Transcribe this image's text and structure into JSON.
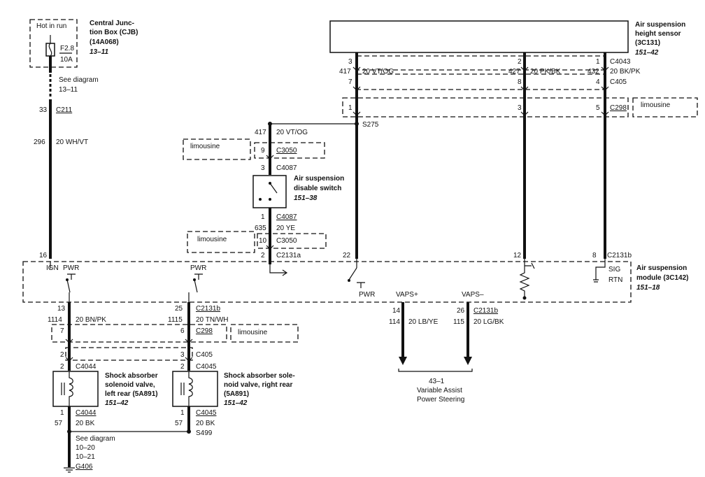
{
  "cjb": {
    "hot_in_run": "Hot in run",
    "fuse": "F2.8",
    "rating": "10A",
    "name_1": "Central Junc-",
    "name_2": "tion Box (CJB)",
    "part": "(14A068)",
    "ref": "13–11",
    "see_diagram": "See diagram",
    "see_ref": "13–11"
  },
  "left_feed": {
    "pin": "33",
    "conn": "C211",
    "circuit": "296",
    "wire": "20 WH/VT",
    "module_pin": "16"
  },
  "height_sensor": {
    "name_1": "Air suspension",
    "name_2": "height sensor",
    "part": "(3C131)",
    "ref": "151–42",
    "conn_top": "C4043",
    "conn_mid": "C405",
    "conn_lower": "C298",
    "limousine": "limousine",
    "wires": [
      {
        "pin_top": "3",
        "circuit": "417",
        "wire": "20 VT/OG",
        "pin_mid": "7",
        "pin_lower": "1"
      },
      {
        "pin_top": "2",
        "circuit": "427",
        "wire": "20 PK/BK",
        "pin_mid": "8",
        "pin_lower": "3"
      },
      {
        "pin_top": "1",
        "circuit": "432",
        "wire": "20 BK/PK",
        "pin_mid": "4",
        "pin_lower": "5"
      }
    ],
    "splice": "S275"
  },
  "disable_switch": {
    "circuit_top": "417",
    "wire_top": "20 VT/OG",
    "limousine_top": "limousine",
    "pin_c3050_top": "9",
    "c3050": "C3050",
    "pin_c4087_top": "3",
    "c4087": "C4087",
    "name_1": "Air suspension",
    "name_2": "disable switch",
    "ref": "151–38",
    "pin_c4087_bottom": "1",
    "circuit_bottom": "635",
    "wire_bottom": "20 YE",
    "limousine_bottom": "limousine",
    "pin_c3050_bottom": "10",
    "pin_c2131a": "2",
    "c2131a": "C2131a"
  },
  "module": {
    "name_1": "Air suspension",
    "name_2": "module (3C142)",
    "ref": "151–18",
    "ign": "IGN",
    "pwr": "PWR",
    "sig": "SIG",
    "rtn": "RTN",
    "vaps_plus": "VAPS+",
    "vaps_minus": "VAPS–",
    "pin_22": "22",
    "pin_12": "12",
    "pin_8": "8",
    "c2131b": "C2131b"
  },
  "lower_left": {
    "pin_13": "13",
    "pin_25": "25",
    "c2131b": "C2131b",
    "circuit_l": "1114",
    "wire_l": "20 BN/PK",
    "circuit_r": "1115",
    "wire_r": "20 TN/WH",
    "pin_c298_l": "7",
    "pin_c298_r": "6",
    "c298": "C298",
    "limousine": "limousine",
    "pin_c405_l": "2",
    "pin_c405_r": "3",
    "c405": "C405",
    "pin_c404x_l": "2",
    "pin_c404x_r": "2",
    "c4044": "C4044",
    "c4045": "C4045",
    "left_valve_1": "Shock absorber",
    "left_valve_2": "solenoid valve,",
    "left_valve_3": "left rear (5A891)",
    "left_valve_ref": "151–42",
    "right_valve_1": "Shock absorber sole-",
    "right_valve_2": "noid valve, right rear",
    "right_valve_3": "(5A891)",
    "right_valve_ref": "151–42",
    "pin_bot_l": "1",
    "pin_bot_r": "1",
    "circuit_gnd_l": "57",
    "circuit_gnd_r": "57",
    "wire_gnd": "20 BK",
    "splice": "S499",
    "see_diagram": "See diagram",
    "see_1": "10–20",
    "see_2": "10–21",
    "ground": "G406"
  },
  "vaps": {
    "pin_14": "14",
    "pin_26": "26",
    "c2131b": "C2131b",
    "circuit_p": "114",
    "wire_p": "20 LB/YE",
    "circuit_m": "115",
    "wire_m": "20 LG/BK",
    "dest_ref": "43–1",
    "dest_1": "Variable Assist",
    "dest_2": "Power Steering"
  }
}
